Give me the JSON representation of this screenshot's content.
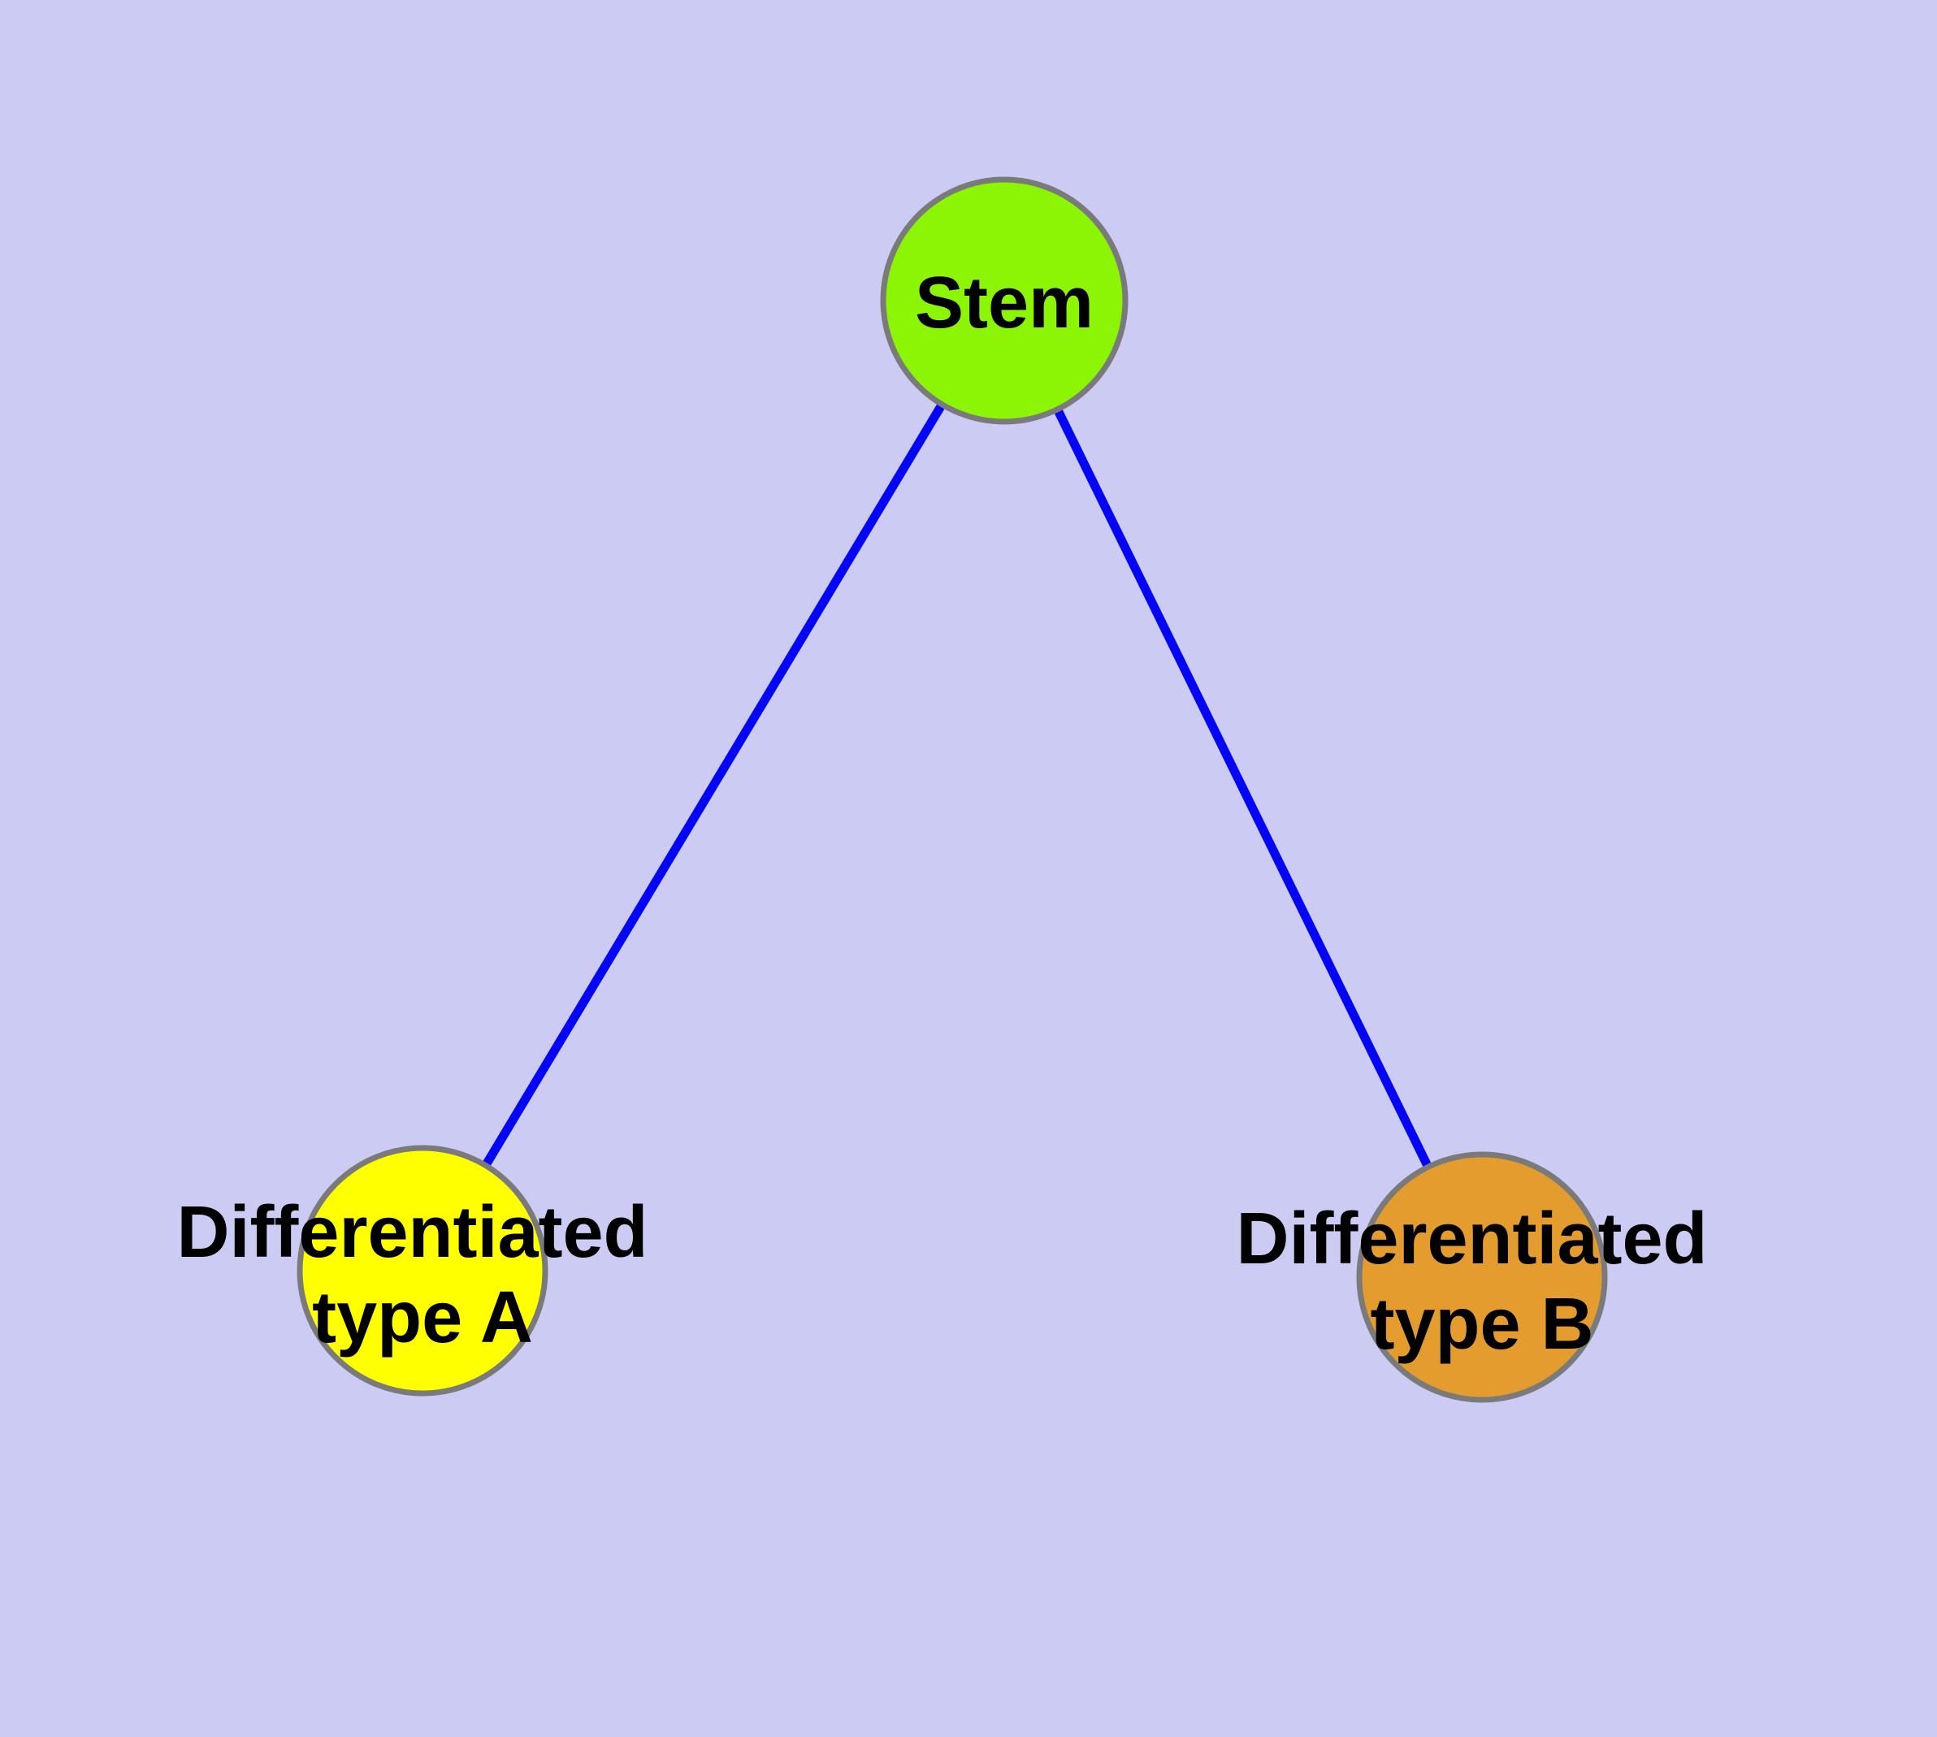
{
  "diagram": {
    "background_color": "#CBCBF3",
    "edge_color": "#0505F5",
    "node_border_color": "#7A7A7A",
    "text_color": "#000000",
    "nodes": [
      {
        "id": "stem",
        "label_lines": [
          "Stem"
        ],
        "color": "#8CF505"
      },
      {
        "id": "typeA",
        "label_lines": [
          "Differentiated",
          "type A"
        ],
        "color": "#FFFF00"
      },
      {
        "id": "typeB",
        "label_lines": [
          "Differentiated",
          "type B"
        ],
        "color": "#E49C2E"
      }
    ],
    "edges": [
      {
        "from": "Stem",
        "to": "Differentiated type A"
      },
      {
        "from": "Stem",
        "to": "Differentiated type B"
      }
    ]
  }
}
